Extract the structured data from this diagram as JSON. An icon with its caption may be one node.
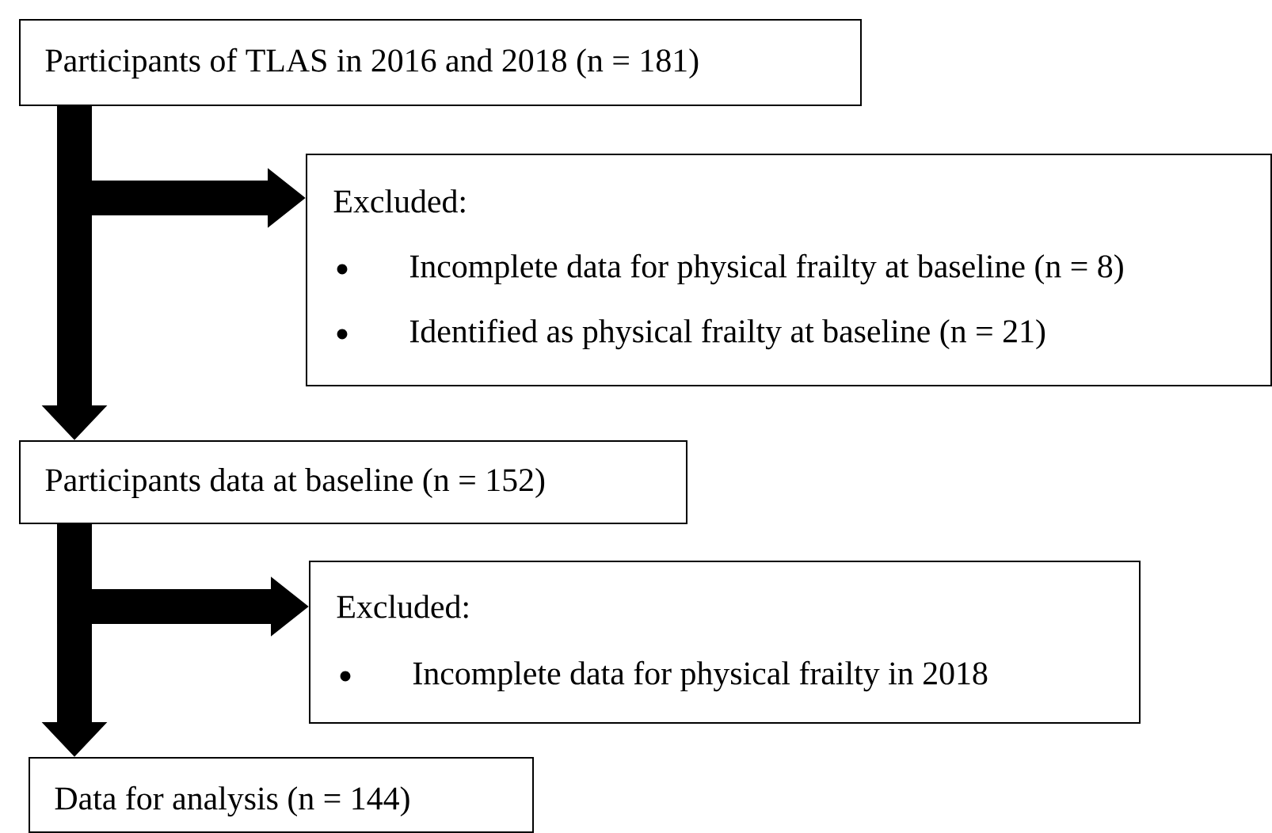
{
  "diagram": {
    "nodes": [
      {
        "text": [
          "Participants of TLAS in 2016 and 2018 (n = 181)"
        ]
      },
      {
        "text": [
          "Excluded:",
          "Incomplete data for physical frailty at baseline (n = 8)",
          "Identified as physical frailty at baseline (n = 21)"
        ]
      },
      {
        "text": [
          "Participants data at baseline (n = 152)"
        ]
      },
      {
        "text": [
          "Excluded:",
          "Incomplete data for physical frailty in 2018"
        ]
      },
      {
        "text": [
          "Data for analysis (n = 144)"
        ]
      }
    ],
    "edges": [
      {
        "from": 0,
        "to": 2,
        "arrow": "to"
      },
      {
        "from": 0,
        "to": 1,
        "arrow": "to"
      },
      {
        "from": 2,
        "to": 4,
        "arrow": "to"
      },
      {
        "from": 2,
        "to": 3,
        "arrow": "to"
      }
    ]
  }
}
